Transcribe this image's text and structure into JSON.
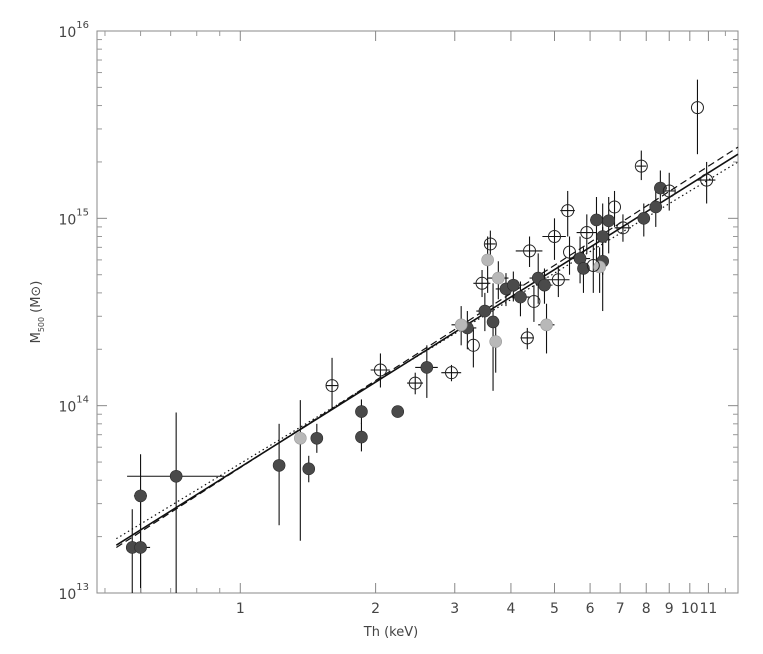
{
  "chart_data": {
    "type": "scatter",
    "xlabel": "Th (keV)",
    "ylabel": "M500 (M⊙)",
    "ylabel_main": "M",
    "ylabel_sub": "500",
    "ylabel_unit": "(M⊙)",
    "x_scale": "log",
    "y_scale": "log",
    "xlim": [
      0.48,
      12.8
    ],
    "ylim": [
      10000000000000.0,
      1e+16
    ],
    "grid": false,
    "x_tick_labels": [
      "1",
      "2",
      "3",
      "4",
      "5",
      "6",
      "7",
      "8",
      "9",
      "10",
      "11"
    ],
    "x_ticks_major": [
      1,
      2,
      3,
      4,
      5,
      6,
      7,
      8,
      9,
      10,
      11
    ],
    "y_ticks_major": [
      10000000000000.0,
      100000000000000.0,
      1000000000000000.0,
      1e+16
    ],
    "y_tick_labels": [
      {
        "base": "10",
        "exp": "13"
      },
      {
        "base": "10",
        "exp": "14"
      },
      {
        "base": "10",
        "exp": "15"
      },
      {
        "base": "10",
        "exp": "16"
      }
    ],
    "fit_lines": [
      {
        "style": "solid",
        "points": [
          [
            0.53,
            18000000000000.0
          ],
          [
            12.8,
            2200000000000000.0
          ]
        ]
      },
      {
        "style": "dashed",
        "points": [
          [
            0.53,
            17500000000000.0
          ],
          [
            12.8,
            2400000000000000.0
          ]
        ]
      },
      {
        "style": "dotted",
        "points": [
          [
            0.53,
            19500000000000.0
          ],
          [
            12.8,
            2000000000000000.0
          ]
        ]
      }
    ],
    "series": [
      {
        "marker": "filled-dark",
        "points": [
          {
            "x": 0.575,
            "y": 17500000000000.0,
            "ylo": 10000000000000.0,
            "yhi": 28000000000000.0,
            "xlo": 0.56,
            "xhi": 0.59
          },
          {
            "x": 0.6,
            "y": 17500000000000.0,
            "ylo": 10000000000000.0,
            "yhi": 34000000000000.0,
            "xlo": 0.57,
            "xhi": 0.63
          },
          {
            "x": 0.6,
            "y": 33000000000000.0,
            "ylo": 10000000000000.0,
            "yhi": 55000000000000.0,
            "xlo": 0.58,
            "xhi": 0.62
          },
          {
            "x": 0.72,
            "y": 42000000000000.0,
            "ylo": 10000000000000.0,
            "yhi": 92000000000000.0,
            "xlo": 0.56,
            "xhi": 0.92
          },
          {
            "x": 1.22,
            "y": 48000000000000.0,
            "ylo": 23000000000000.0,
            "yhi": 80000000000000.0
          },
          {
            "x": 1.42,
            "y": 46000000000000.0,
            "ylo": 39000000000000.0,
            "yhi": 54000000000000.0,
            "xlo": 1.38,
            "xhi": 1.46
          },
          {
            "x": 1.48,
            "y": 67000000000000.0,
            "ylo": 56000000000000.0,
            "yhi": 80000000000000.0,
            "xlo": 1.44,
            "xhi": 1.52
          },
          {
            "x": 1.86,
            "y": 68000000000000.0,
            "ylo": 57000000000000.0,
            "yhi": 81000000000000.0,
            "xlo": 1.83,
            "xhi": 1.89
          },
          {
            "x": 1.86,
            "y": 93000000000000.0,
            "ylo": 80000000000000.0,
            "yhi": 108000000000000.0,
            "xlo": 1.83,
            "xhi": 1.89
          },
          {
            "x": 2.24,
            "y": 93000000000000.0,
            "ylo": 88000000000000.0,
            "yhi": 98000000000000.0,
            "xlo": 2.18,
            "xhi": 2.3
          },
          {
            "x": 2.6,
            "y": 160000000000000.0,
            "ylo": 110000000000000.0,
            "yhi": 210000000000000.0,
            "xlo": 2.45,
            "xhi": 2.75
          },
          {
            "x": 3.2,
            "y": 260000000000000.0,
            "ylo": 200000000000000.0,
            "yhi": 320000000000000.0,
            "xlo": 3.05,
            "xhi": 3.35
          },
          {
            "x": 3.5,
            "y": 320000000000000.0,
            "ylo": 250000000000000.0,
            "yhi": 400000000000000.0,
            "xlo": 3.35,
            "xhi": 3.65
          },
          {
            "x": 3.65,
            "y": 280000000000000.0,
            "ylo": 120000000000000.0,
            "yhi": 450000000000000.0
          },
          {
            "x": 3.9,
            "y": 420000000000000.0,
            "ylo": 340000000000000.0,
            "yhi": 510000000000000.0,
            "xlo": 3.7,
            "xhi": 4.1
          },
          {
            "x": 4.05,
            "y": 440000000000000.0,
            "ylo": 360000000000000.0,
            "yhi": 520000000000000.0,
            "xlo": 3.85,
            "xhi": 4.25
          },
          {
            "x": 4.2,
            "y": 380000000000000.0,
            "ylo": 300000000000000.0,
            "yhi": 460000000000000.0,
            "xlo": 4.0,
            "xhi": 4.4
          },
          {
            "x": 4.6,
            "y": 480000000000000.0,
            "ylo": 350000000000000.0,
            "yhi": 650000000000000.0,
            "xlo": 4.4,
            "xhi": 4.8
          },
          {
            "x": 4.75,
            "y": 440000000000000.0,
            "ylo": 350000000000000.0,
            "yhi": 540000000000000.0,
            "xlo": 4.55,
            "xhi": 4.95
          },
          {
            "x": 5.7,
            "y": 610000000000000.0,
            "ylo": 450000000000000.0,
            "yhi": 800000000000000.0,
            "xlo": 5.4,
            "xhi": 6.0
          },
          {
            "x": 5.8,
            "y": 540000000000000.0,
            "ylo": 400000000000000.0,
            "yhi": 700000000000000.0
          },
          {
            "x": 6.2,
            "y": 980000000000000.0,
            "ylo": 550000000000000.0,
            "yhi": 1300000000000000.0,
            "xlo": 6.0,
            "xhi": 6.4
          },
          {
            "x": 6.4,
            "y": 590000000000000.0,
            "ylo": 320000000000000.0,
            "yhi": 900000000000000.0
          },
          {
            "x": 6.4,
            "y": 800000000000000.0,
            "ylo": 500000000000000.0,
            "yhi": 1200000000000000.0
          },
          {
            "x": 6.6,
            "y": 970000000000000.0,
            "ylo": 650000000000000.0,
            "yhi": 1300000000000000.0,
            "xlo": 6.4,
            "xhi": 6.8
          },
          {
            "x": 7.9,
            "y": 1000000000000000.0,
            "ylo": 800000000000000.0,
            "yhi": 1200000000000000.0,
            "xlo": 7.7,
            "xhi": 8.1
          },
          {
            "x": 8.4,
            "y": 1150000000000000.0,
            "ylo": 900000000000000.0,
            "yhi": 1400000000000000.0,
            "xlo": 8.2,
            "xhi": 8.6
          },
          {
            "x": 8.6,
            "y": 1450000000000000.0,
            "ylo": 1100000000000000.0,
            "yhi": 1800000000000000.0,
            "xlo": 8.4,
            "xhi": 8.9
          }
        ]
      },
      {
        "marker": "filled-light",
        "points": [
          {
            "x": 1.36,
            "y": 67000000000000.0,
            "ylo": 19000000000000.0,
            "yhi": 107000000000000.0,
            "xlo": 1.32,
            "xhi": 1.4
          },
          {
            "x": 3.1,
            "y": 270000000000000.0,
            "ylo": 210000000000000.0,
            "yhi": 340000000000000.0,
            "xlo": 2.95,
            "xhi": 3.25
          },
          {
            "x": 3.55,
            "y": 600000000000000.0,
            "ylo": 400000000000000.0,
            "yhi": 800000000000000.0
          },
          {
            "x": 3.75,
            "y": 480000000000000.0,
            "ylo": 370000000000000.0,
            "yhi": 590000000000000.0,
            "xlo": 3.55,
            "xhi": 3.95
          },
          {
            "x": 3.7,
            "y": 220000000000000.0,
            "ylo": 150000000000000.0,
            "yhi": 300000000000000.0
          },
          {
            "x": 4.8,
            "y": 270000000000000.0,
            "ylo": 190000000000000.0,
            "yhi": 350000000000000.0,
            "xlo": 4.6,
            "xhi": 5.0
          },
          {
            "x": 6.3,
            "y": 550000000000000.0,
            "ylo": 400000000000000.0,
            "yhi": 700000000000000.0
          }
        ]
      },
      {
        "marker": "open",
        "points": [
          {
            "x": 1.6,
            "y": 128000000000000.0,
            "ylo": 95000000000000.0,
            "yhi": 180000000000000.0,
            "xlo": 1.55,
            "xhi": 1.65
          },
          {
            "x": 2.05,
            "y": 155000000000000.0,
            "ylo": 125000000000000.0,
            "yhi": 190000000000000.0,
            "xlo": 1.95,
            "xhi": 2.15
          },
          {
            "x": 2.45,
            "y": 132000000000000.0,
            "ylo": 115000000000000.0,
            "yhi": 150000000000000.0,
            "xlo": 2.35,
            "xhi": 2.55
          },
          {
            "x": 2.95,
            "y": 150000000000000.0,
            "ylo": 135000000000000.0,
            "yhi": 165000000000000.0,
            "xlo": 2.8,
            "xhi": 3.1
          },
          {
            "x": 3.3,
            "y": 210000000000000.0,
            "ylo": 160000000000000.0,
            "yhi": 260000000000000.0
          },
          {
            "x": 3.45,
            "y": 450000000000000.0,
            "ylo": 380000000000000.0,
            "yhi": 530000000000000.0,
            "xlo": 3.3,
            "xhi": 3.6
          },
          {
            "x": 3.6,
            "y": 730000000000000.0,
            "ylo": 600000000000000.0,
            "yhi": 860000000000000.0,
            "xlo": 3.5,
            "xhi": 3.7
          },
          {
            "x": 4.35,
            "y": 230000000000000.0,
            "ylo": 200000000000000.0,
            "yhi": 260000000000000.0,
            "xlo": 4.2,
            "xhi": 4.5
          },
          {
            "x": 4.4,
            "y": 670000000000000.0,
            "ylo": 550000000000000.0,
            "yhi": 800000000000000.0,
            "xlo": 4.1,
            "xhi": 4.7
          },
          {
            "x": 4.5,
            "y": 360000000000000.0,
            "ylo": 280000000000000.0,
            "yhi": 440000000000000.0
          },
          {
            "x": 5.0,
            "y": 800000000000000.0,
            "ylo": 600000000000000.0,
            "yhi": 1000000000000000.0,
            "xlo": 4.7,
            "xhi": 5.3
          },
          {
            "x": 5.1,
            "y": 470000000000000.0,
            "ylo": 380000000000000.0,
            "yhi": 560000000000000.0,
            "xlo": 4.8,
            "xhi": 5.4
          },
          {
            "x": 5.35,
            "y": 1100000000000000.0,
            "ylo": 800000000000000.0,
            "yhi": 1400000000000000.0,
            "xlo": 5.15,
            "xhi": 5.55
          },
          {
            "x": 5.4,
            "y": 660000000000000.0,
            "ylo": 500000000000000.0,
            "yhi": 800000000000000.0
          },
          {
            "x": 5.9,
            "y": 840000000000000.0,
            "ylo": 650000000000000.0,
            "yhi": 1050000000000000.0,
            "xlo": 5.6,
            "xhi": 6.2
          },
          {
            "x": 6.1,
            "y": 560000000000000.0,
            "ylo": 400000000000000.0,
            "yhi": 720000000000000.0
          },
          {
            "x": 6.8,
            "y": 1150000000000000.0,
            "ylo": 900000000000000.0,
            "yhi": 1400000000000000.0
          },
          {
            "x": 7.1,
            "y": 890000000000000.0,
            "ylo": 750000000000000.0,
            "yhi": 1050000000000000.0,
            "xlo": 6.8,
            "xhi": 7.4
          },
          {
            "x": 7.8,
            "y": 1900000000000000.0,
            "ylo": 1600000000000000.0,
            "yhi": 2300000000000000.0,
            "xlo": 7.6,
            "xhi": 8.0
          },
          {
            "x": 9.0,
            "y": 1400000000000000.0,
            "ylo": 1100000000000000.0,
            "yhi": 1750000000000000.0,
            "xlo": 8.7,
            "xhi": 9.3
          },
          {
            "x": 10.4,
            "y": 3900000000000000.0,
            "ylo": 2200000000000000.0,
            "yhi": 5500000000000000.0
          },
          {
            "x": 10.9,
            "y": 1600000000000000.0,
            "ylo": 1200000000000000.0,
            "yhi": 2000000000000000.0,
            "xlo": 10.4,
            "xhi": 11.4
          }
        ]
      }
    ]
  }
}
